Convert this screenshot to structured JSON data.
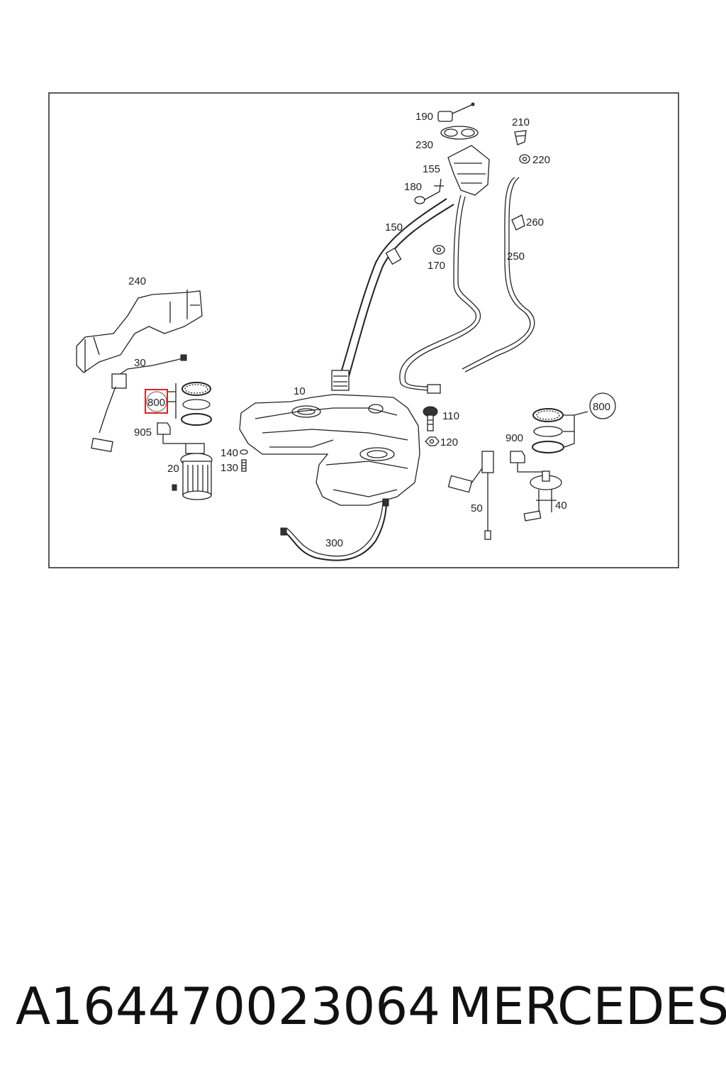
{
  "diagram": {
    "callouts": [
      {
        "id": "190",
        "text": "190"
      },
      {
        "id": "230",
        "text": "230"
      },
      {
        "id": "210",
        "text": "210"
      },
      {
        "id": "220",
        "text": "220"
      },
      {
        "id": "155",
        "text": "155"
      },
      {
        "id": "180",
        "text": "180"
      },
      {
        "id": "260",
        "text": "260"
      },
      {
        "id": "150",
        "text": "150"
      },
      {
        "id": "170",
        "text": "170"
      },
      {
        "id": "250",
        "text": "250"
      },
      {
        "id": "240",
        "text": "240"
      },
      {
        "id": "30",
        "text": "30"
      },
      {
        "id": "10",
        "text": "10"
      },
      {
        "id": "800-left",
        "text": "800"
      },
      {
        "id": "905",
        "text": "905"
      },
      {
        "id": "110",
        "text": "110"
      },
      {
        "id": "120",
        "text": "120"
      },
      {
        "id": "140",
        "text": "140"
      },
      {
        "id": "130",
        "text": "130"
      },
      {
        "id": "20",
        "text": "20"
      },
      {
        "id": "800-right",
        "text": "800"
      },
      {
        "id": "900",
        "text": "900"
      },
      {
        "id": "50",
        "text": "50"
      },
      {
        "id": "40",
        "text": "40"
      },
      {
        "id": "300",
        "text": "300"
      }
    ],
    "highlighted_callout": "800",
    "highlight_color": "#e02020"
  },
  "footer": {
    "part_number": "A164470023064",
    "brand": "MERCEDES"
  }
}
